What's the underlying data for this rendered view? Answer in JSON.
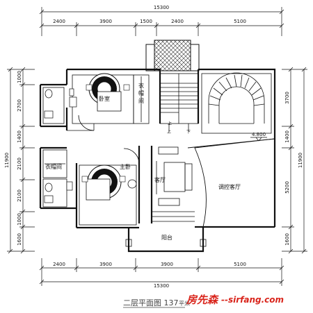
{
  "dimensions": {
    "top_total": "15300",
    "top": [
      "2400",
      "3900",
      "1500",
      "2400",
      "5100"
    ],
    "bottom": [
      "2400",
      "3900",
      "3900",
      "5100"
    ],
    "bottom_total": "15300",
    "left": [
      "1000",
      "2700",
      "1400",
      "2100",
      "2100",
      "1000",
      "1600"
    ],
    "left_total": "11900",
    "right": [
      "3700",
      "1400",
      "5200",
      "1600"
    ],
    "right_total": "11900"
  },
  "rooms": {
    "bedroom_top": "卧室",
    "closet_top": [
      "衣",
      "帽",
      "间"
    ],
    "closet_left": "衣帽间",
    "master_bedroom": "主卧",
    "living_room": "客厅",
    "void_living": "调控客厅",
    "balcony": "阳台"
  },
  "stair_marks": [
    "上",
    "上",
    "下"
  ],
  "level": "4.800",
  "caption": "二层平面图 137",
  "caption_tail": "平米",
  "watermark": {
    "brand": "房先森",
    "url": "--sirfang.com"
  },
  "colors": {
    "watermark": "#d9241b",
    "lines": "#111111"
  }
}
